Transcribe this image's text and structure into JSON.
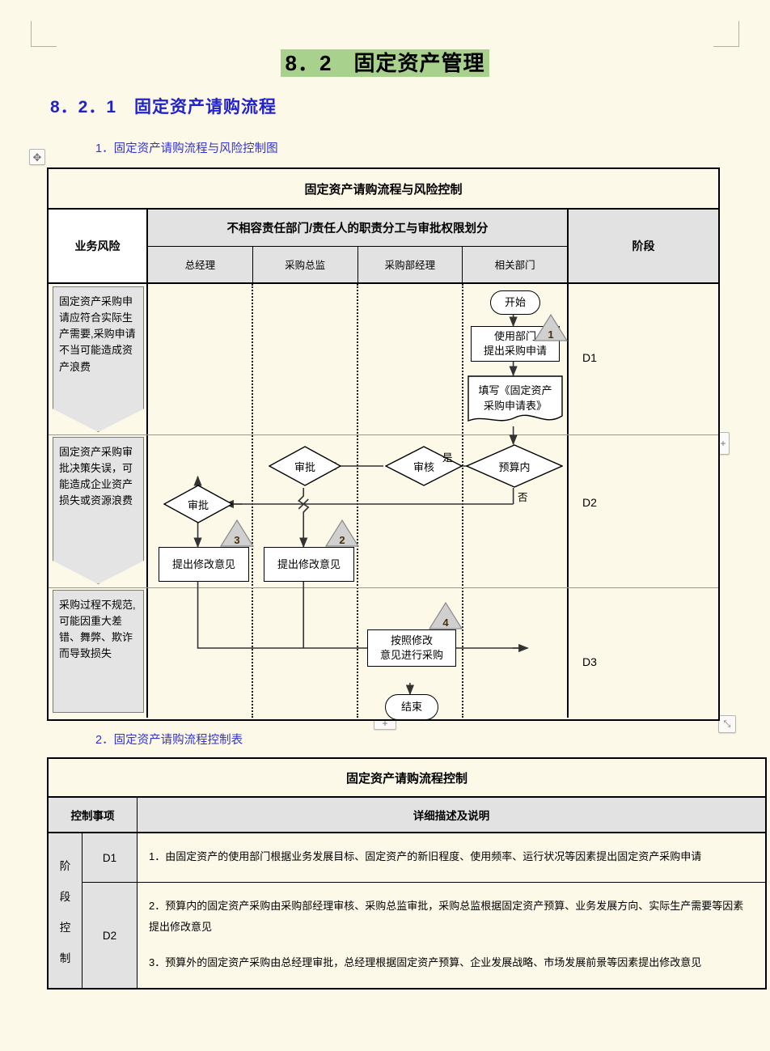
{
  "document": {
    "chapter_title": "8．2　固定资产管理",
    "section_title": "8．2．1　固定资产请购流程",
    "item1_label": "1．固定资产请购流程与风险控制图",
    "item2_label": "2．固定资产请购流程控制表"
  },
  "handles": {
    "move_icon": "move-icon",
    "move_glyph": "✥",
    "insert_column_label": "+",
    "insert_row_label": "+",
    "resize_icon": "resize-icon",
    "resize_glyph": "⤡"
  },
  "flow_table": {
    "title": "固定资产请购流程与风险控制",
    "risk_header": "业务风险",
    "roles_header": "不相容责任部门/责任人的职责分工与审批权限划分",
    "roles": [
      "总经理",
      "采购总监",
      "采购部经理",
      "相关部门"
    ],
    "stage_header": "阶段",
    "risks": [
      "固定资产采购申请应符合实际生产需要,采购申请不当可能造成资产浪费",
      "固定资产采购审批决策失误，可能造成企业资产损失或资源浪费",
      "采购过程不规范,可能因重大差错、舞弊、欺诈而导致损失"
    ],
    "stage_codes": [
      "D1",
      "D2",
      "D3"
    ],
    "nodes": {
      "start": "开始",
      "apply": "使用部门\n提出采购申请",
      "form": "填写《固定资产\n采购申请表》",
      "budget": "预算内",
      "review": "审核",
      "approve_mgr": "审批",
      "approve_gm": "审批",
      "opinion_gm": "提出修改意见",
      "opinion_mgr": "提出修改意见",
      "purchase": "按照修改\n意见进行采购",
      "end": "结束"
    },
    "edge_labels": {
      "yes": "是",
      "no": "否"
    },
    "badges": [
      "1",
      "2",
      "3",
      "4"
    ]
  },
  "control_table": {
    "title": "固定资产请购流程控制",
    "col_headers": [
      "控制事项",
      "详细描述及说明"
    ],
    "vertical_label": [
      "阶",
      "段",
      "控",
      "制"
    ],
    "rows": [
      {
        "code": "D1",
        "items": [
          "1．由固定资产的使用部门根据业务发展目标、固定资产的新旧程度、使用频率、运行状况等因素提出固定资产采购申请"
        ]
      },
      {
        "code": "D2",
        "items": [
          "2．预算内的固定资产采购由采购部经理审核、采购总监审批，采购总监根据固定资产预算、业务发展方向、实际生产需要等因素提出修改意见",
          "3．预算外的固定资产采购由总经理审批，总经理根据固定资产预算、企业发展战略、市场发展前景等因素提出修改意见"
        ]
      }
    ]
  },
  "colors": {
    "page_bg": "#fdf9e9",
    "highlight": "#a9d18e",
    "heading_blue": "#2222cc",
    "header_grey": "#e2e2e2",
    "risk_grey": "#e4e4e4",
    "badge_grey": "#d0d0d0"
  }
}
